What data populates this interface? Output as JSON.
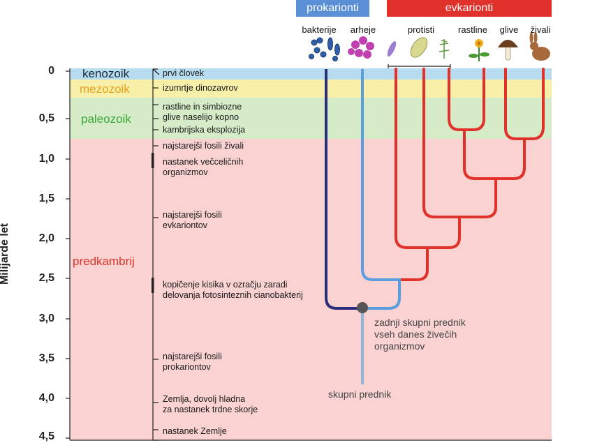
{
  "headers": {
    "prokaryotes": "prokarionti",
    "eukaryotes": "evkarionti",
    "prokaryotes_color": "#5b8fd6",
    "eukaryotes_color": "#e0322a"
  },
  "taxa": {
    "bacteria": "bakterije",
    "archaea": "arheje",
    "protists": "protisti",
    "plants": "rastline",
    "fungi": "glive",
    "animals": "živali"
  },
  "axis": {
    "label": "Milijarde let",
    "ticks": [
      "0",
      "0,5",
      "1,0",
      "1,5",
      "2,0",
      "2,5",
      "3,0",
      "3,5",
      "4,0",
      "4,5"
    ]
  },
  "eras": {
    "cenozoic": "kenozoik",
    "mesozoic": "mezozoik",
    "paleozoic": "paleozoik",
    "precambrian": "predkambrij",
    "cenozoic_color": "#b7dcef",
    "mesozoic_color": "#f8f0a8",
    "paleozoic_color": "#d6ecc8",
    "precambrian_color": "#fad2d2"
  },
  "events": {
    "first_human": "prvi človek",
    "dinosaur_extinction": "izumrtje dinozavrov",
    "plants_fungi_line1": "rastline in simbiozne",
    "plants_fungi_line2": "glive naselijo kopno",
    "cambrian": "kambrijska eksplozija",
    "oldest_animal_fossils": "najstarejši fosili živali",
    "multicellular_line1": "nastanek večceličnih",
    "multicellular_line2": "organizmov",
    "oldest_euk_line1": "najstarejši fosili",
    "oldest_euk_line2": "evkariontov",
    "oxygen_line1": "kopičenje kisika v ozračju zaradi",
    "oxygen_line2": "delovanja fotosinteznih cianobakterij",
    "oldest_prok_line1": "najstarejši fosili",
    "oldest_prok_line2": "prokariontov",
    "crust_line1": "Zemlja, dovolj hladna",
    "crust_line2": "za nastanek trdne skorje",
    "earth_origin": "nastanek Zemlje"
  },
  "notes": {
    "luca_line1": "zadnji skupni prednik",
    "luca_line2": "vseh danes živečih",
    "luca_line3": "organizmov",
    "ancestor": "skupni prednik"
  },
  "tree_colors": {
    "bacteria": "#2a2f7a",
    "archaea": "#5b9ee0",
    "eukaryotes": "#e0322a",
    "ancestor": "#8fb4de",
    "node": "#555555"
  }
}
